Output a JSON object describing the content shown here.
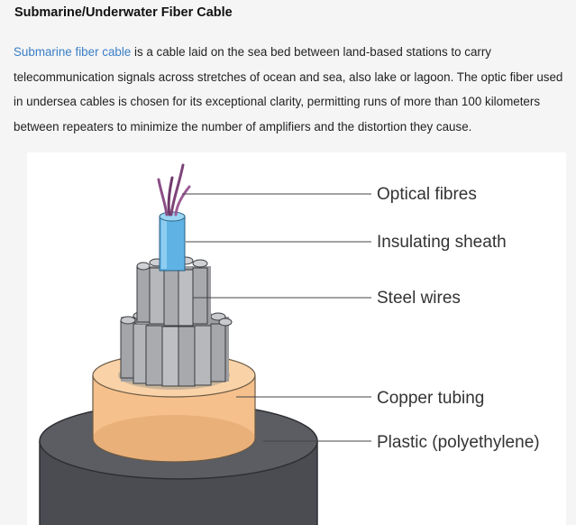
{
  "article": {
    "title": "Submarine/Underwater Fiber Cable",
    "link_text": "Submarine fiber cable",
    "body_text": " is a cable laid on the sea bed between land-based stations to carry telecommunication signals across stretches of ocean and sea, also lake or lagoon. The optic fiber used in undersea cables is chosen for its exceptional clarity, permitting runs of more than 100 kilometers between repeaters to minimize the number of amplifiers and the distortion they cause."
  },
  "diagram": {
    "labels": {
      "optical_fibres": "Optical fibres",
      "insulating_sheath": "Insulating sheath",
      "steel_wires": "Steel wires",
      "copper_tubing": "Copper tubing",
      "plastic": "Plastic (polyethylene)"
    },
    "colors": {
      "plastic": "#4a4c52",
      "copper": "#f7c99a",
      "steel": "#a9abae",
      "sheath": "#5fb3e4",
      "fibres": "#8c4e86"
    }
  }
}
